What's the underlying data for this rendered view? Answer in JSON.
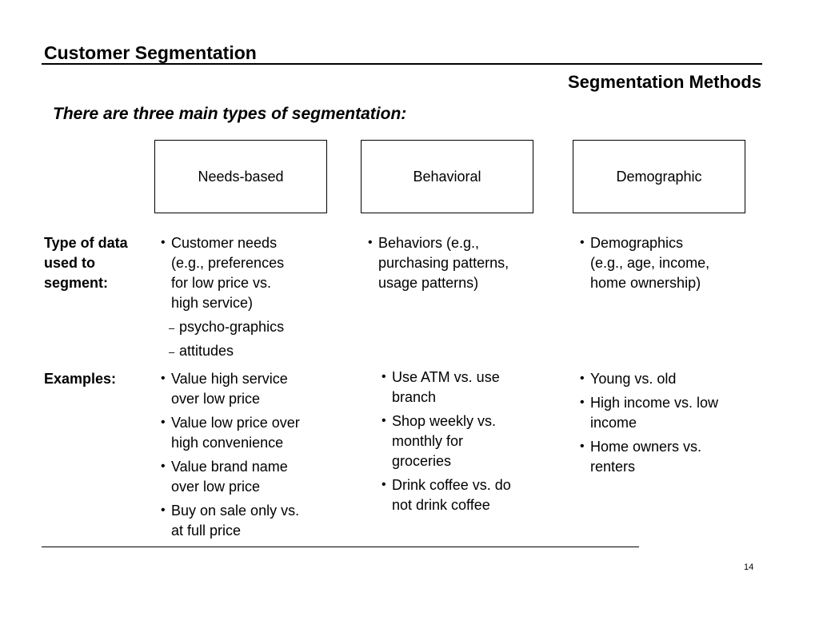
{
  "header": {
    "title": "Customer Segmentation",
    "subtitle": "Segmentation Methods"
  },
  "lead": "There are three main types of segmentation:",
  "columns": [
    {
      "label": "Needs-based"
    },
    {
      "label": "Behavioral"
    },
    {
      "label": "Demographic"
    }
  ],
  "rows": {
    "type_of_data_label": [
      "Type of data",
      "used to",
      "segment:"
    ],
    "examples_label": "Examples:"
  },
  "needs": {
    "data_lines": [
      "Customer needs",
      "(e.g., preferences",
      "for low price vs.",
      "high service)"
    ],
    "sub_items": [
      "psycho-graphics",
      "attitudes"
    ],
    "examples": [
      [
        "Value high service",
        "over low price"
      ],
      [
        "Value low price over",
        "high convenience"
      ],
      [
        "Value brand name",
        "over low price"
      ],
      [
        "Buy on sale only vs.",
        "at full price"
      ]
    ]
  },
  "behavioral": {
    "data_lines": [
      "Behaviors (e.g.,",
      "purchasing patterns,",
      "usage patterns)"
    ],
    "examples": [
      [
        "Use ATM vs. use",
        "branch"
      ],
      [
        "Shop weekly vs.",
        "monthly for",
        "groceries"
      ],
      [
        "Drink coffee vs. do",
        "not drink coffee"
      ]
    ]
  },
  "demographic": {
    "data_lines": [
      "Demographics",
      "(e.g., age, income,",
      "home ownership)"
    ],
    "examples": [
      [
        "Young vs. old"
      ],
      [
        "High income vs. low",
        "income"
      ],
      [
        "Home owners vs.",
        "renters"
      ]
    ]
  },
  "page_number": "14"
}
